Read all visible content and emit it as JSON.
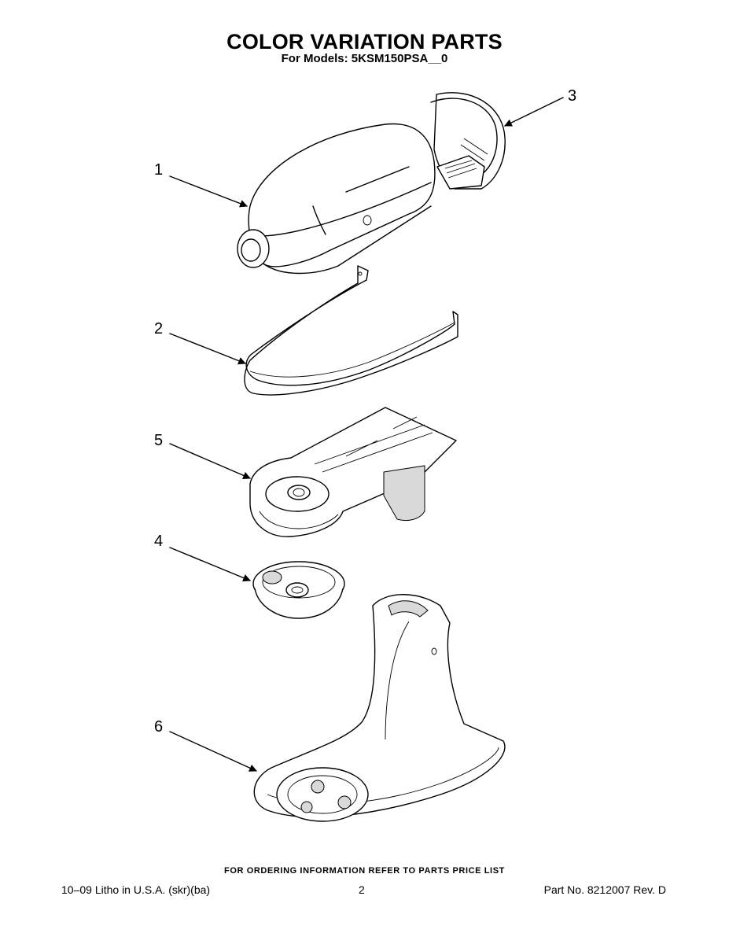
{
  "header": {
    "title": "COLOR VARIATION PARTS",
    "subtitle": "For Models: 5KSM150PSA__0"
  },
  "callouts": [
    "1",
    "2",
    "3",
    "4",
    "5",
    "6"
  ],
  "footer": {
    "ordering_note": "FOR ORDERING INFORMATION REFER TO PARTS PRICE LIST",
    "print_info": "10–09 Litho in U.S.A. (skr)(ba)",
    "page_number": "2",
    "part_number": "Part No. 8212007 Rev. D"
  }
}
